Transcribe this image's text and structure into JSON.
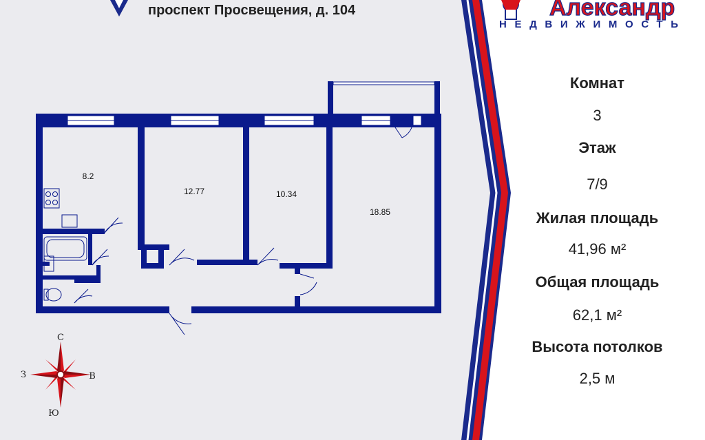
{
  "header": {
    "address": "проспект Просвещения, д. 104"
  },
  "logo": {
    "brand": "Александр",
    "subtitle": "НЕДВИЖИМОСТЬ"
  },
  "info": {
    "rooms_label": "Комнат",
    "rooms_value": "3",
    "floor_label": "Этаж",
    "floor_value": "7/9",
    "living_label": "Жилая площадь",
    "living_value": "41,96 м²",
    "total_label": "Общая площадь",
    "total_value": "62,1 м²",
    "ceiling_label": "Высота потолков",
    "ceiling_value": "2,5 м"
  },
  "plan": {
    "rooms": [
      {
        "area": "8.2"
      },
      {
        "area": "12.77"
      },
      {
        "area": "10.34"
      },
      {
        "area": "18.85"
      }
    ]
  },
  "compass": {
    "north": "С",
    "south": "Ю",
    "east": "В",
    "west": "З"
  },
  "colors": {
    "wall": "#0a1a8c",
    "accent_red": "#d8141c",
    "accent_blue": "#1a2a8c",
    "bg_left": "#ebebef"
  }
}
